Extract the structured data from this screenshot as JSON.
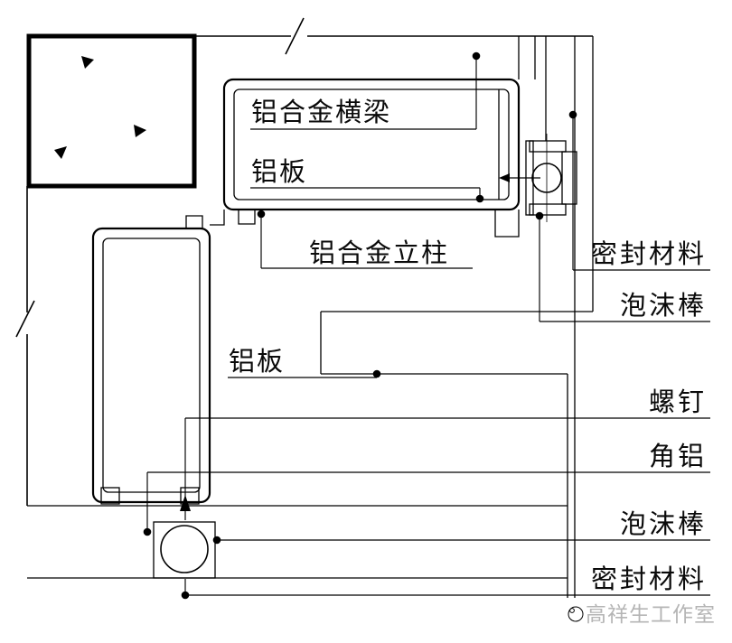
{
  "drawing": {
    "type": "architectural-detail-section",
    "labels": {
      "beam": "铝合金横梁",
      "panel_top": "铝板",
      "mullion": "铝合金立柱",
      "panel_mid": "铝板",
      "sealant_top": "密封材料",
      "foam_rod_top": "泡沫棒",
      "screw": "螺钉",
      "angle_aluminum": "角铝",
      "foam_rod_bottom": "泡沫棒",
      "sealant_bottom": "密封材料"
    },
    "watermark": "高祥生工作室",
    "colors": {
      "line": "#000000",
      "watermark": "#b5b5b5",
      "background": "#ffffff"
    }
  }
}
